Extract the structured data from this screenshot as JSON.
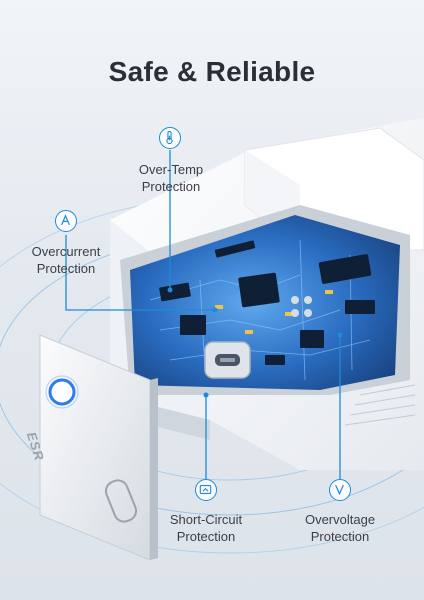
{
  "title": "Safe & Reliable",
  "features": {
    "over_temp": {
      "line1": "Over-Temp",
      "line2": "Protection",
      "icon": "thermometer-icon"
    },
    "overcurrent": {
      "line1": "Overcurrent",
      "line2": "Protection",
      "icon": "letter-a-icon"
    },
    "short_circuit": {
      "line1": "Short-Circuit",
      "line2": "Protection",
      "icon": "short-circuit-icon"
    },
    "overvoltage": {
      "line1": "Overvoltage",
      "line2": "Protection",
      "icon": "letter-v-icon"
    }
  },
  "brand": "ESR",
  "colors": {
    "accent": "#1f8ad8",
    "pcb_blue": "#1e5fa8",
    "title": "#2a2e35",
    "led_blue": "#2c7cf0"
  }
}
